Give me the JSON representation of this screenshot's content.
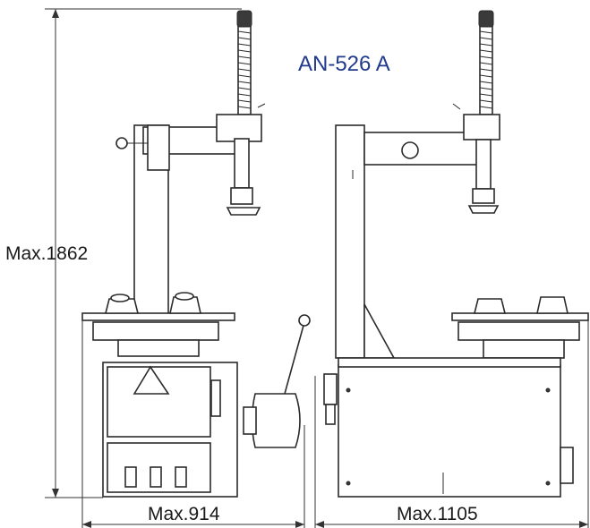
{
  "drawing": {
    "model_title": "AN-526 A",
    "dimensions": {
      "height": "Max.1862",
      "width": "Max.914",
      "depth": "Max.1105"
    }
  }
}
